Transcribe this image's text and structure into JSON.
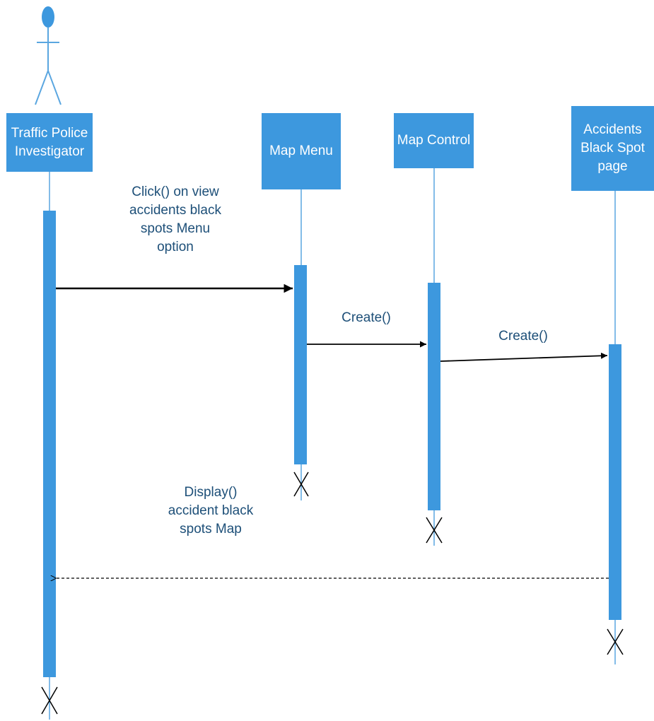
{
  "diagram": {
    "type": "sequence",
    "colors": {
      "box": "#3d98de",
      "lifeline": "#5aa6e0",
      "arrow": "#000000",
      "label": "#1d4f78"
    },
    "actor": {
      "icon": "stick-figure-actor-icon"
    },
    "lifelines": [
      {
        "id": "investigator",
        "lines": [
          "Traffic Police",
          "Investigator"
        ]
      },
      {
        "id": "map_menu",
        "lines": [
          "Map Menu"
        ]
      },
      {
        "id": "map_control",
        "lines": [
          "Map Control"
        ]
      },
      {
        "id": "black_spot_page",
        "lines": [
          "Accidents",
          "Black Spot",
          "page"
        ]
      }
    ],
    "messages": [
      {
        "from": "investigator",
        "to": "map_menu",
        "style": "solid",
        "lines": [
          "Click() on view",
          "accidents black",
          "spots Menu",
          "option"
        ]
      },
      {
        "from": "map_menu",
        "to": "map_control",
        "style": "solid",
        "lines": [
          "Create()"
        ]
      },
      {
        "from": "map_control",
        "to": "black_spot_page",
        "style": "solid",
        "lines": [
          "Create()"
        ]
      },
      {
        "from": "black_spot_page",
        "to": "investigator",
        "style": "dashed",
        "lines": [
          "Display()",
          "accident black",
          "spots Map"
        ]
      }
    ]
  }
}
